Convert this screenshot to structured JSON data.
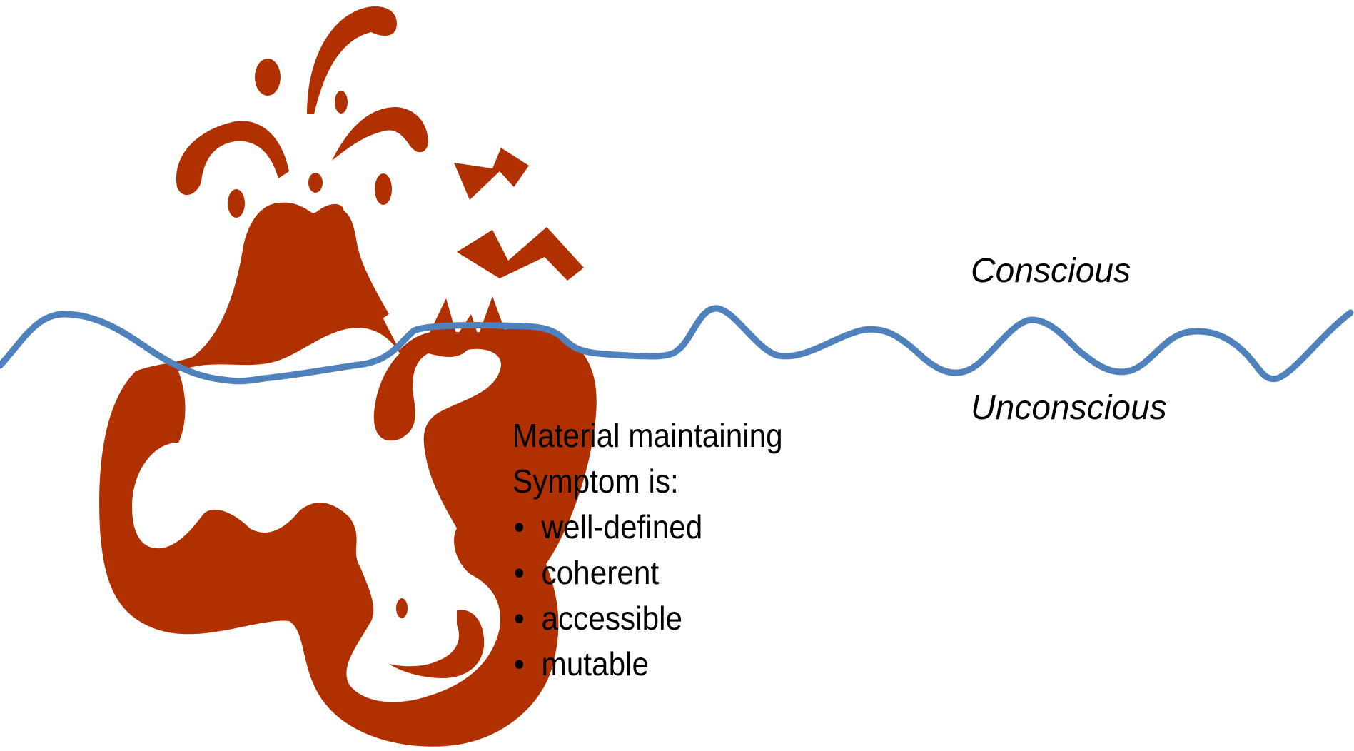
{
  "labels": {
    "conscious": "Conscious",
    "unconscious": "Unconscious"
  },
  "text_block": {
    "heading_line_1": "Material maintaining",
    "heading_line_2": "Symptom is:",
    "bullet_char": "•",
    "items": [
      "well-defined",
      "coherent",
      "accessible",
      "mutable"
    ]
  },
  "colors": {
    "volcano": "#b03000",
    "waterline": "#4f81bd",
    "text": "#000000",
    "background": "#ffffff"
  },
  "icons": {
    "volcano": "erupting-volcano-clipart",
    "waterline": "wavy-line"
  }
}
